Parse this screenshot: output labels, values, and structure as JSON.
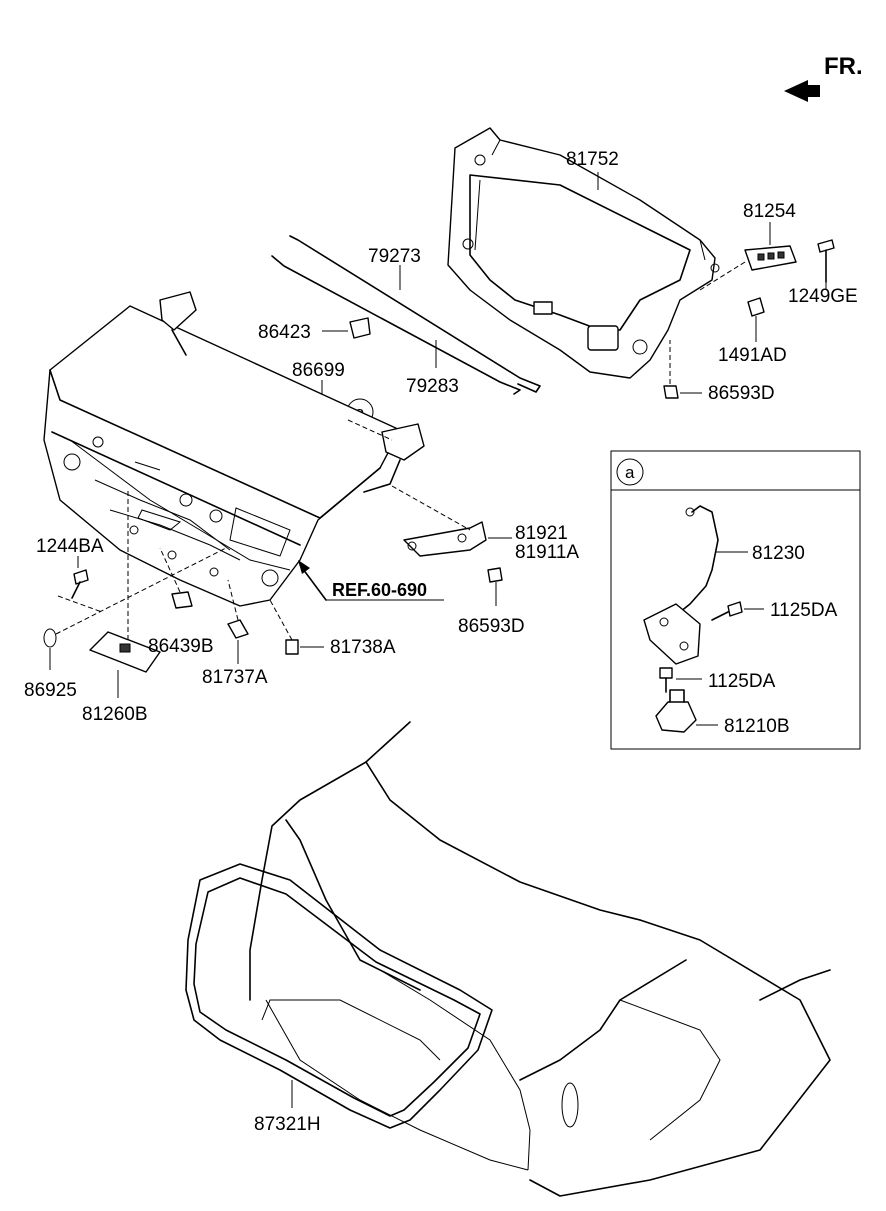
{
  "direction": {
    "label": "FR."
  },
  "reference": {
    "label": "REF.60-690"
  },
  "detail": {
    "letter": "a"
  },
  "parts": {
    "p81752": "81752",
    "p81254": "81254",
    "p1249GE": "1249GE",
    "p1491AD": "1491AD",
    "p86593D_top": "86593D",
    "p79273": "79273",
    "p79283": "79283",
    "p86423": "86423",
    "p86699": "86699",
    "p81921": "81921",
    "p81911A": "81911A",
    "p86593D_mid": "86593D",
    "p1244BA": "1244BA",
    "p86439B": "86439B",
    "p81738A": "81738A",
    "p81737A": "81737A",
    "p86925": "86925",
    "p81260B": "81260B",
    "p81230": "81230",
    "p1125DA_a": "1125DA",
    "p1125DA_b": "1125DA",
    "p81210B": "81210B",
    "p87321H": "87321H"
  }
}
